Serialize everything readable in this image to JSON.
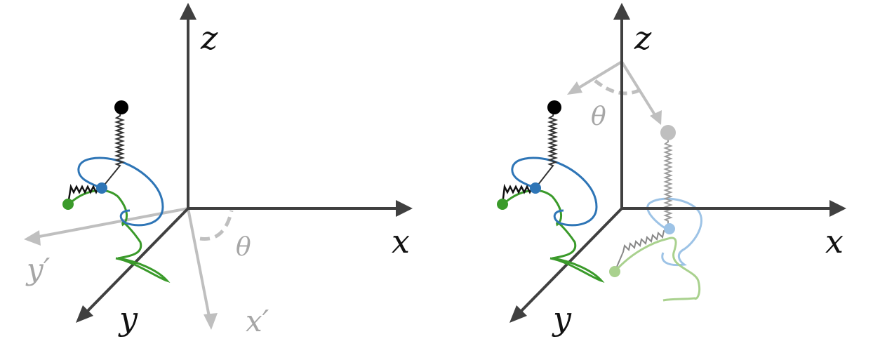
{
  "left_panel": {
    "axis_labels": {
      "z": "z",
      "x": "x",
      "y": "y",
      "x_prime": "x′",
      "y_prime": "y′"
    },
    "angle_label": "θ"
  },
  "right_panel": {
    "axis_labels": {
      "z": "z",
      "x": "x",
      "y": "y"
    },
    "angle_label": "θ"
  },
  "colors": {
    "axis": "#404040",
    "rotated_axis": "#bfbfbf",
    "black_bead": "#000000",
    "blue_trace": "#2e75b6",
    "green_trace": "#3a9a2a",
    "faded_blue": "#9dc3e6",
    "faded_green": "#a9d18e",
    "faded_gray": "#bfbfbf"
  }
}
